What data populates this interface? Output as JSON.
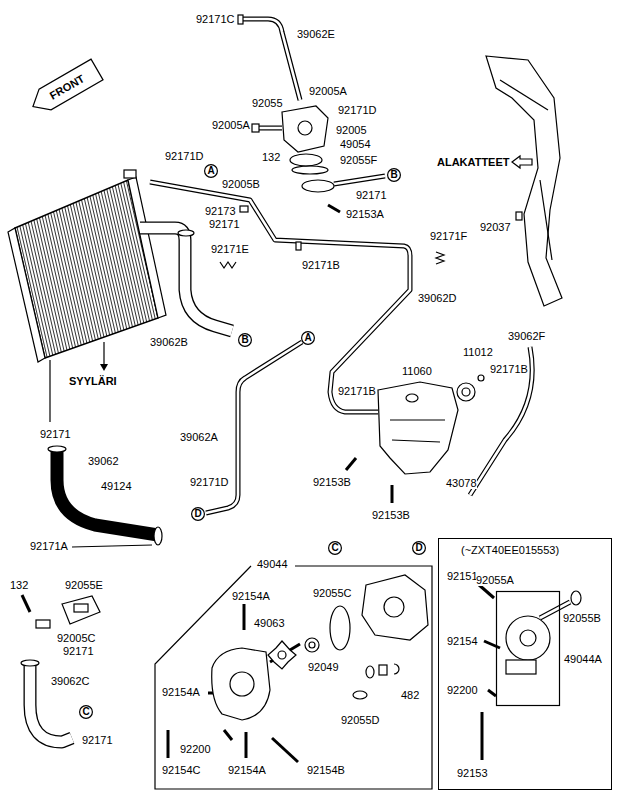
{
  "diagram": {
    "nodes": [
      {
        "text": [
          "A"
        ]
      },
      {
        "text": [
          "B"
        ]
      },
      {
        "text": [
          "B"
        ]
      },
      {
        "text": [
          "A"
        ]
      },
      {
        "text": [
          "D"
        ]
      },
      {
        "text": [
          "(~ZXT40EE015553)"
        ]
      },
      {
        "text": [
          "49044A"
        ],
        "in": 5
      },
      {
        "text": [
          "49044"
        ]
      },
      {
        "text": [
          "C"
        ]
      },
      {
        "text": [
          "D"
        ]
      },
      {
        "text": [
          "C"
        ]
      }
    ],
    "labels": [
      "FRONT",
      "92171C",
      "39062E",
      "92005A",
      "92055",
      "92171D",
      "92005A",
      "92005",
      "49054",
      "92171D",
      "132",
      "92055F",
      "ALAKATTEET",
      "92005B",
      "92171",
      "92173",
      "92153A",
      "92171",
      "92037",
      "92171F",
      "92171E",
      "92171B",
      "39062B",
      "39062D",
      "39062F",
      "11012",
      "11060",
      "92171B",
      "SYYLÄRI",
      "92171B",
      "92171",
      "39062A",
      "39062",
      "92171D",
      "92153B",
      "43078",
      "49124",
      "92153B",
      "92171A",
      "132",
      "92055E",
      "92151",
      "92055A",
      "92154A",
      "92055C",
      "49063",
      "92055B",
      "92005C",
      "92154",
      "92171",
      "92049",
      "39062C",
      "92200",
      "92154A",
      "482",
      "92055D",
      "92171",
      "92200",
      "92154C",
      "92154A",
      "92154B",
      "92153"
    ]
  }
}
